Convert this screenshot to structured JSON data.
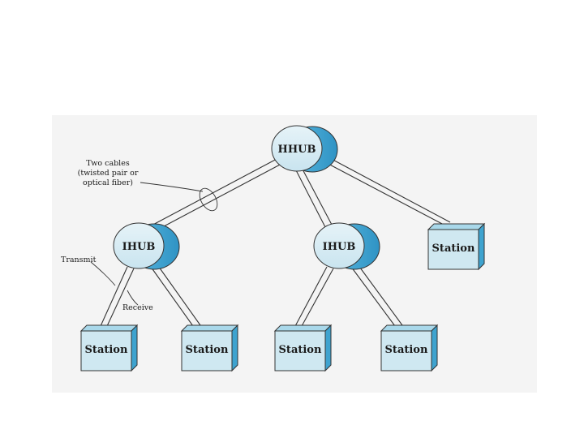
{
  "diagram": {
    "hhub_label": "HHUB",
    "ihub_left_label": "IHUB",
    "ihub_right_label": "IHUB",
    "station_label": "Station",
    "annotation_cables": [
      "Two cables",
      "(twisted pair or",
      "optical fiber)"
    ],
    "annotation_transmit": "Transmit",
    "annotation_receive": "Receive"
  },
  "colors": {
    "panel_bg": "#f4f4f4",
    "hub_front": "#d8ecf3",
    "hub_back": "#3ea9d6",
    "station_front": "#cfe8f1",
    "station_side": "#3ea3cf",
    "station_top": "#a9d8ea",
    "cable": "#333333",
    "text": "#1a1a1a"
  }
}
